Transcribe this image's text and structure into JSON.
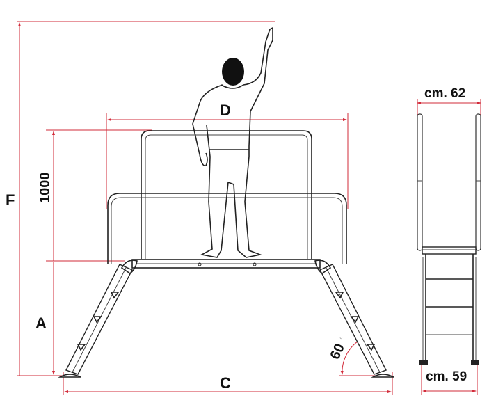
{
  "labels": {
    "overall_height": "F",
    "railing_height": "1000",
    "platform_height": "A",
    "platform_length": "D",
    "base_width": "C",
    "leg_angle": "60",
    "angle_unit": "°",
    "side_top_width": "cm. 62",
    "side_bottom_width": "cm. 59"
  },
  "colors": {
    "dimension_line": "#d22b3a",
    "drawing": "#222222"
  }
}
